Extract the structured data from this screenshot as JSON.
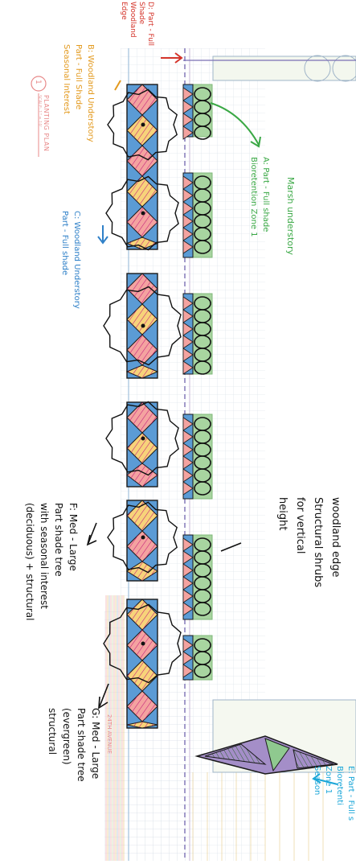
{
  "sheet": {
    "number": "1",
    "title": "PLANTING PLAN",
    "scale": "SCALE: 1\" = 10'",
    "street": "24TH AVENUE"
  },
  "zones": {
    "a": "A: Part - Full shade\nBioretention Zone 1",
    "a_title": "Marsh understory",
    "b": "B: Woodland Understory\nPart - Full Shade\nSeasonal Interest",
    "c": "C: Woodland Understory\nPart - Full shade",
    "d": "D: Part - Full\nShade\nWoodland\nEdge",
    "e": "E: Part - Full s\nBioretenti\nZone 1\nSeason",
    "f": "F: Med - Large\nPart shade tree\nwith seasonal interest\n(deciduous) + structural",
    "g": "G: Med - Large\nPart shade tree\n(evergreen)\nstructural",
    "woodland_edge": "woodland edge\nStructural shrubs\nfor vertical\nheight"
  },
  "colors": {
    "blue_fill": "#5b9bd5",
    "salmon": "#f4a3a0",
    "yellow": "#f7d37a",
    "magenta": "#c2187a",
    "green_fill": "#a8d5a0",
    "green_text": "#3aa845",
    "orange_text": "#e39a1f",
    "blue_text": "#2f80c8",
    "red_text": "#d4342a",
    "cyan_text": "#1aa6d8",
    "ink": "#111111"
  },
  "icons": [
    "arrow-icon",
    "tree-canopy-icon",
    "shrub-icon",
    "scale-circle-icon"
  ]
}
